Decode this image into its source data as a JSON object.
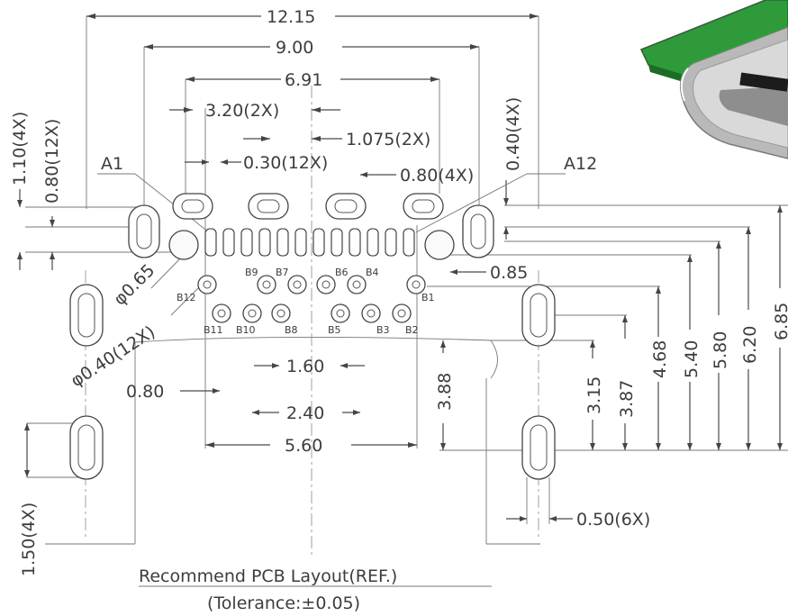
{
  "dimensions": {
    "total_width": "12.15",
    "outer_holes": "9.00",
    "inner_holes": "6.91",
    "slot_spacing": "3.20(2X)",
    "pin_offset": "1.075(2X)",
    "pin_width": "0.30(12X)",
    "slot_width": "0.80(4X)",
    "row_gap": "0.40(4X)",
    "slot_height": "1.10(4X)",
    "side_slot_width": "0.80(12X)",
    "side_offset": "0.85",
    "drill_large": "φ0.65",
    "drill_small": "φ0.40(12X)",
    "pitch_b": "1.60",
    "pitch_small": "0.80",
    "pitch_2": "2.40",
    "span_b": "5.60",
    "center_y": "3.88",
    "v_315": "3.15",
    "v_387": "3.87",
    "v_468": "4.68",
    "v_540": "5.40",
    "v_580": "5.80",
    "v_620": "6.20",
    "v_685": "6.85",
    "bottom_slot_height": "1.50(4X)",
    "bottom_slot_width": "0.50(6X)"
  },
  "pin_labels": {
    "a1": "A1",
    "a12": "A12",
    "b12": "B12",
    "b9": "B9",
    "b7": "B7",
    "b6": "B6",
    "b4": "B4",
    "b1": "B1",
    "b11": "B11",
    "b10": "B10",
    "b8": "B8",
    "b5": "B5",
    "b3": "B3",
    "b2": "B2"
  },
  "caption": {
    "title": "Recommend PCB Layout(REF.)",
    "tolerance": "(Tolerance:±0.05)"
  },
  "colors": {
    "pcb_green": "#2f9a3a",
    "metal_gray": "#b9b9b9"
  }
}
